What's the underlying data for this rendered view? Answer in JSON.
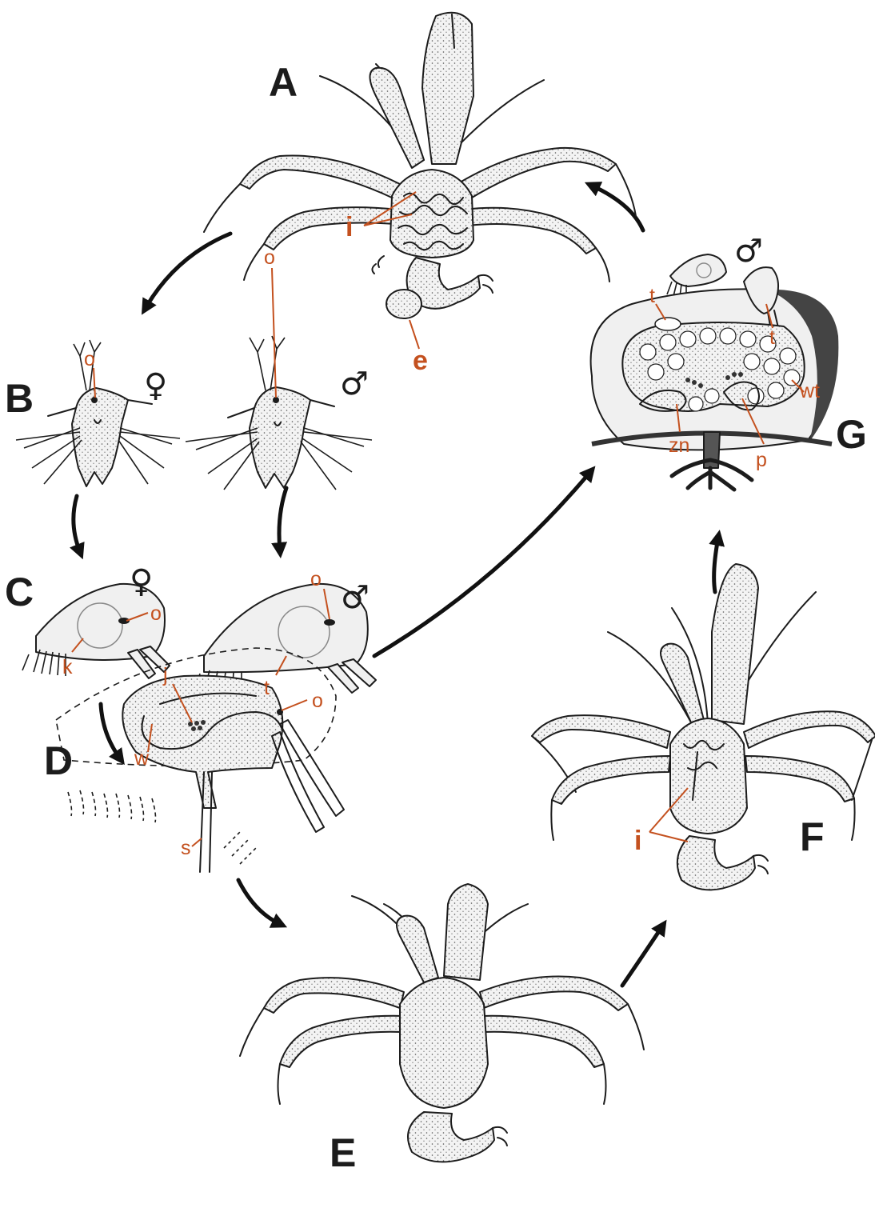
{
  "stages": {
    "A": "A",
    "B": "B",
    "C": "C",
    "D": "D",
    "E": "E",
    "F": "F",
    "G": "G"
  },
  "sex_symbols": {
    "female": "♀",
    "male": "♂"
  },
  "callouts": {
    "A_i": "i",
    "A_e": "e",
    "B_female_o": "o",
    "B_male_o": "o",
    "C_female_o": "o",
    "C_female_k": "k",
    "C_male_o": "o",
    "C_male_t": "t",
    "D_j": "j",
    "D_o": "o",
    "D_w": "w",
    "D_s": "s",
    "F_i": "i",
    "G_t_top": "t",
    "G_t_right": "t",
    "G_wt": "wt",
    "G_zn": "zn",
    "G_p": "p"
  },
  "colors": {
    "ink": "#1c1c1c",
    "label_accent": "#c4511f",
    "background": "#ffffff"
  }
}
